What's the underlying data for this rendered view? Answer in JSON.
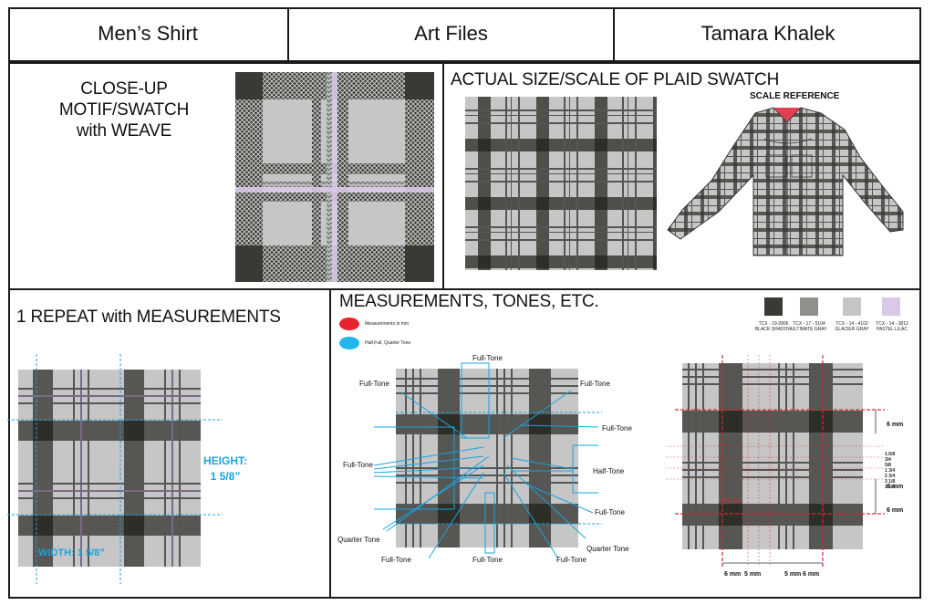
{
  "header": {
    "cell1": "Men’s Shirt",
    "cell2": "Art Files",
    "cell3": "Tamara Khalek"
  },
  "sections": {
    "closeup_title_line1": "CLOSE-UP MOTIF/SWATCH",
    "closeup_title_line2": "with WEAVE",
    "actual_title": "ACTUAL SIZE/SCALE  OF PLAID SWATCH",
    "scale_reference": "SCALE REFERENCE",
    "repeat_title": "1 REPEAT with MEASUREMENTS",
    "height_label": "HEIGHT:",
    "height_value": "1 5/8”",
    "width_label": "WIDTH: 1 5/8”",
    "measure_title": "MEASUREMENTS, TONES, ETC."
  },
  "legend": {
    "red_label": "Measurements in mm",
    "blue_label": "Half,Full, Quarter Tone",
    "red_color": "#e8232f",
    "blue_color": "#21b7ea"
  },
  "swatches": [
    {
      "code": "TCX - 19-3906",
      "name": "BLACK SHADOW",
      "color": "#3a3a34"
    },
    {
      "code": "TCX - 17 - 5104",
      "name": "ULTIMATE GRAY",
      "color": "#8f908c"
    },
    {
      "code": "TCX - 14 - 4102",
      "name": "GLACIER GRAY",
      "color": "#c6c6c6"
    },
    {
      "code": "TCX - 14 - 3812",
      "name": "PASTEL LILAC",
      "color": "#d9c8e6"
    }
  ],
  "tones": {
    "full_top": "Full-Tone",
    "full_top_left": "Full-Tone",
    "full_top_right": "Full-Tone",
    "full_right": "Full-Tone",
    "full_left": "Full-Tone",
    "half_right": "Half-Tone",
    "full_right_low": "Full-Tone",
    "quarter_left": "Quarter Tone",
    "quarter_right": "Quarter Tone",
    "full_bottom_left": "Full-Tone",
    "full_bottom_mid": "Full-Tone",
    "full_bottom_right": "Full-Tone"
  },
  "mm_labels": {
    "right_top": "6 mm",
    "right_mid": "6 mm",
    "right_bot": "6 mm",
    "small1": "1.5/8",
    "small2": "3/4",
    "small3": "5/8",
    "small4": "1 3/4",
    "small5": "2 3/4",
    "small6": "3 1/8",
    "small7": "1 5/8",
    "inner": "1.2 cm",
    "bottom1": "6 mm",
    "bottom2": "5 mm",
    "bottom3": "5 mm",
    "bottom4": "6 mm"
  },
  "colors": {
    "dark": "#3a3a34",
    "light": "#c6c6c6",
    "lilac": "#d9c8e6",
    "mid": "#8f908c",
    "guide_blue": "#1aa3dd",
    "guide_red": "#e0262e"
  }
}
